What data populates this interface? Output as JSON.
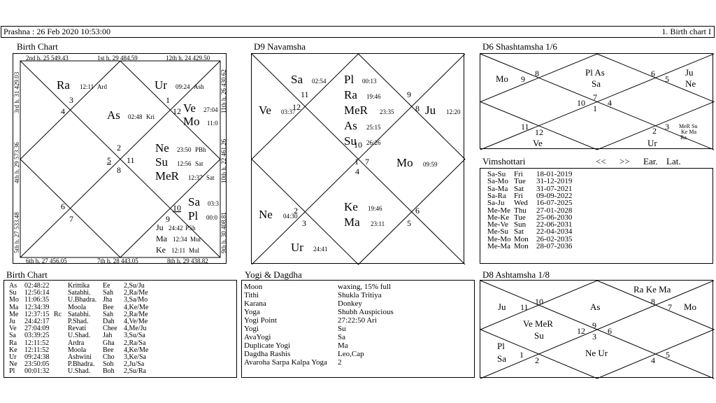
{
  "header": {
    "left": "Prashna :   26 Feb 2020  10:53:00",
    "right": "1. Birth chart I"
  },
  "panels": {
    "birth_chart": "Birth Chart",
    "d9": "D9 Navamsha",
    "d6": "D6 Shashtamsha 1/6",
    "vimshottari": "Vimshottari",
    "birth_table": "Birth Chart",
    "yogi": "Yogi & Dagdha",
    "d8": "D8 Ashtamsha 1/8"
  },
  "vim_nav": {
    "prev": "<<",
    "next": ">>",
    "ear": "Ear.",
    "lat": "Lat."
  },
  "birth_chart": {
    "border": {
      "top": [
        "2nd h.  25  549.43",
        "1st h.  29  484.59",
        "12th h.  24  429.50"
      ],
      "bottom": [
        "6th h.  27  456.05",
        "7th h.  28  443.05",
        "8th h.  29  438.82"
      ],
      "left": [
        "3rd h.  31  429.03",
        "4th h.  29  573.36",
        "5th h.  27  533.48"
      ],
      "right": [
        "11th h.  26  430.62",
        "10th h.  22  461.26",
        "9th h.  30  408.81"
      ]
    },
    "nums": [
      "1",
      "2",
      "3",
      "4",
      "5",
      "6",
      "7",
      "8",
      "9",
      "10",
      "11",
      "12"
    ],
    "planets": [
      {
        "n": "Ra",
        "d": "12:11",
        "k": "Ard"
      },
      {
        "n": "Ur",
        "d": "09:24",
        "k": "Ash"
      },
      {
        "n": "As",
        "d": "02:48",
        "k": "Kri"
      },
      {
        "n": "Ve",
        "d": "27:04",
        "k": ""
      },
      {
        "n": "Mo",
        "d": "11:0",
        "k": ""
      },
      {
        "n": "Ne",
        "d": "23:50",
        "k": "PBh"
      },
      {
        "n": "Su",
        "d": "12:56",
        "k": "Sat"
      },
      {
        "n": "MeR",
        "d": "12:37",
        "k": "Sat"
      },
      {
        "n": "Sa",
        "d": "03:3",
        "k": ""
      },
      {
        "n": "Pl",
        "d": "00:0",
        "k": ""
      },
      {
        "n": "Ju",
        "d": "24:42",
        "k": "PSh"
      },
      {
        "n": "Ma",
        "d": "12:34",
        "k": "Mul"
      },
      {
        "n": "Ke",
        "d": "12:11",
        "k": "Mul"
      }
    ]
  },
  "d9": {
    "nums": [
      "1",
      "2",
      "3",
      "4",
      "5",
      "6",
      "7",
      "8",
      "9",
      "10",
      "11",
      "12"
    ],
    "planets": [
      {
        "n": "Sa",
        "d": "02:54"
      },
      {
        "n": "Pl",
        "d": "00:13"
      },
      {
        "n": "Ra",
        "d": "19:46"
      },
      {
        "n": "MeR",
        "d": "23:35"
      },
      {
        "n": "As",
        "d": "25:15"
      },
      {
        "n": "Su",
        "d": "26:26"
      },
      {
        "n": "Ve",
        "d": "03:37"
      },
      {
        "n": "Ju",
        "d": "12:20"
      },
      {
        "n": "Mo",
        "d": "09:59"
      },
      {
        "n": "Ne",
        "d": "04:30"
      },
      {
        "n": "Ke",
        "d": "19:46"
      },
      {
        "n": "Ma",
        "d": "23:11"
      },
      {
        "n": "Ur",
        "d": "24:41"
      }
    ]
  },
  "d6": {
    "nums": [
      "1",
      "2",
      "3",
      "4",
      "5",
      "6",
      "7",
      "8",
      "9",
      "10",
      "11",
      "12"
    ],
    "planets": [
      "Mo",
      "Pl As",
      "Sa",
      "Ju",
      "Ne",
      "Ve",
      "Ur",
      "MeR Su",
      "Ke Ma",
      "Ra"
    ]
  },
  "d8": {
    "nums": [
      "1",
      "2",
      "3",
      "4",
      "5",
      "6",
      "7",
      "8",
      "9",
      "10",
      "11",
      "12"
    ],
    "planets": [
      "Ju",
      "Ra Ke Ma",
      "As",
      "Mo",
      "Ve MeR",
      "Su",
      "Pl",
      "Sa",
      "Ne Ur"
    ]
  },
  "vimshottari_rows": [
    [
      "Sa-Su",
      "Fri",
      "18-01-2019"
    ],
    [
      "Sa-Mo",
      "Tue",
      "31-12-2019"
    ],
    [
      "Sa-Ma",
      "Sat",
      "31-07-2021"
    ],
    [
      "Sa-Ra",
      "Fri",
      "09-09-2022"
    ],
    [
      "Sa-Ju",
      "Wed",
      "16-07-2025"
    ],
    [
      "Me-Me",
      "Thu",
      "27-01-2028"
    ],
    [
      "Me-Ke",
      "Tue",
      "25-06-2030"
    ],
    [
      "Me-Ve",
      "Sun",
      "22-06-2031"
    ],
    [
      "Me-Su",
      "Sat",
      "22-04-2034"
    ],
    [
      "Me-Mo",
      "Mon",
      "26-02-2035"
    ],
    [
      "Me-Ma",
      "Mon",
      "28-07-2036"
    ]
  ],
  "birth_rows": [
    [
      "As",
      "02:48:22",
      "",
      "Krittika",
      "Ee",
      "2,Su/Ju"
    ],
    [
      "Su",
      "12:56:14",
      "",
      "Satabhi.",
      "Sah",
      "2,Ra/Me"
    ],
    [
      "Mo",
      "11:06:35",
      "",
      "U.Bhadra.",
      "Jha",
      "3,Sa/Mo"
    ],
    [
      "Ma",
      "12:34:39",
      "",
      "Moola",
      "Bee",
      "4,Ke/Me"
    ],
    [
      "Me",
      "12:37:15",
      "Rc",
      "Satabhi.",
      "Sah",
      "2,Ra/Me"
    ],
    [
      "Ju",
      "24:42:17",
      "",
      "P.Shad.",
      "Dah",
      "4,Ve/Me"
    ],
    [
      "Ve",
      "27:04:09",
      "",
      "Revati",
      "Chee",
      "4,Me/Ju"
    ],
    [
      "Sa",
      "03:39:25",
      "",
      "U.Shad.",
      "Jah",
      "3,Su/Sa"
    ],
    [
      "Ra",
      "12:11:52",
      "",
      "Ardra",
      "Gha",
      "2,Ra/Sa"
    ],
    [
      "Ke",
      "12:11:52",
      "",
      "Moola",
      "Bee",
      "4,Ke/Me"
    ],
    [
      "Ur",
      "09:24:38",
      "",
      "Ashwini",
      "Cho",
      "3,Ke/Sa"
    ],
    [
      "Ne",
      "23:50:05",
      "",
      "P.Bhadra.",
      "Soh",
      "2,Ju/Sa"
    ],
    [
      "Pl",
      "00:01:32",
      "",
      "U.Shad.",
      "Boh",
      "2,Su/Ra"
    ]
  ],
  "yogi_rows": [
    [
      "Moon",
      "waxing, 15% full"
    ],
    [
      "Tithi",
      "Shukla  Tritiya"
    ],
    [
      "Karana",
      "Donkey"
    ],
    [
      "Yoga",
      "Shubh Auspicious"
    ],
    [
      "Yogi Point",
      "27:22:50 Ari"
    ],
    [
      "Yogi",
      "Su"
    ],
    [
      "AvaYogi",
      "Sa"
    ],
    [
      "Duplicate Yogi",
      "Ma"
    ],
    [
      "Dagdha Rashis",
      "Leo,Cap"
    ],
    [
      "Avaroha Sarpa Kalpa Yoga",
      "2"
    ]
  ]
}
